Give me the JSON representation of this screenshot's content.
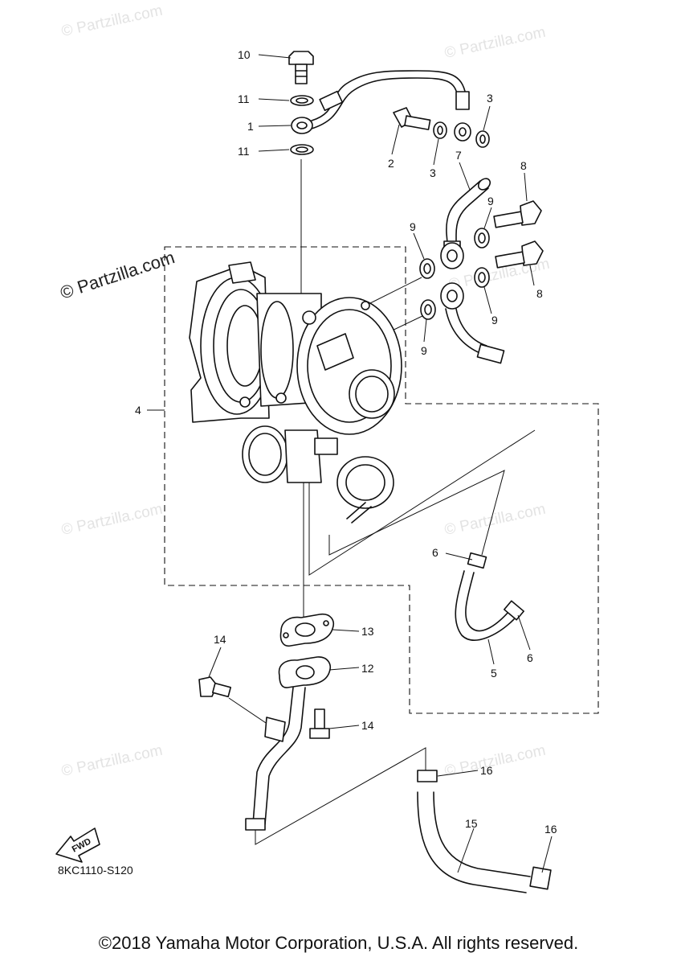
{
  "watermarks": {
    "faint": "© Partzilla.com",
    "strong": "© Partzilla.com"
  },
  "callouts": [
    "10",
    "11",
    "1",
    "11",
    "2",
    "3",
    "3",
    "7",
    "8",
    "9",
    "9",
    "8",
    "9",
    "9",
    "4",
    "6",
    "6",
    "5",
    "13",
    "12",
    "14",
    "14",
    "16",
    "15",
    "16"
  ],
  "fwd_label": "FWD",
  "diagram_code": "8KC1110-S120",
  "copyright": "©2018 Yamaha Motor Corporation, U.S.A. All rights reserved."
}
